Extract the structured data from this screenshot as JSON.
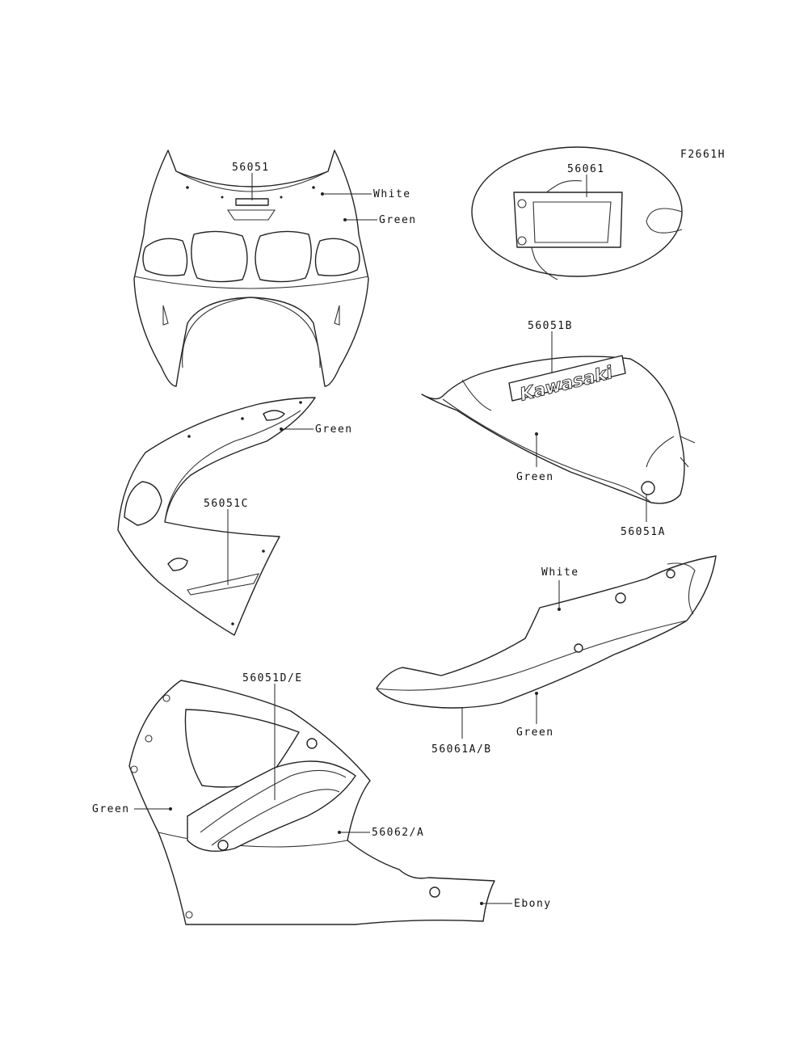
{
  "figure_code": "F2661H",
  "logo_text": "Kawasaki",
  "labels": {
    "upper_cowl_part": "56051",
    "upper_cowl_white": "White",
    "upper_cowl_green": "Green",
    "tank_pad_part": "56061",
    "tank_decal_part": "56051B",
    "tank_green": "Green",
    "tank_emblem_part": "56051A",
    "middle_cowl_green": "Green",
    "middle_cowl_part": "56051C",
    "seat_cowl_white": "White",
    "seat_cowl_green": "Green",
    "seat_cowl_part": "56061A/B",
    "lower_cowl_part": "56051D/E",
    "lower_cowl_green": "Green",
    "lower_cowl_decal": "56062/A",
    "lower_cowl_ebony": "Ebony"
  }
}
